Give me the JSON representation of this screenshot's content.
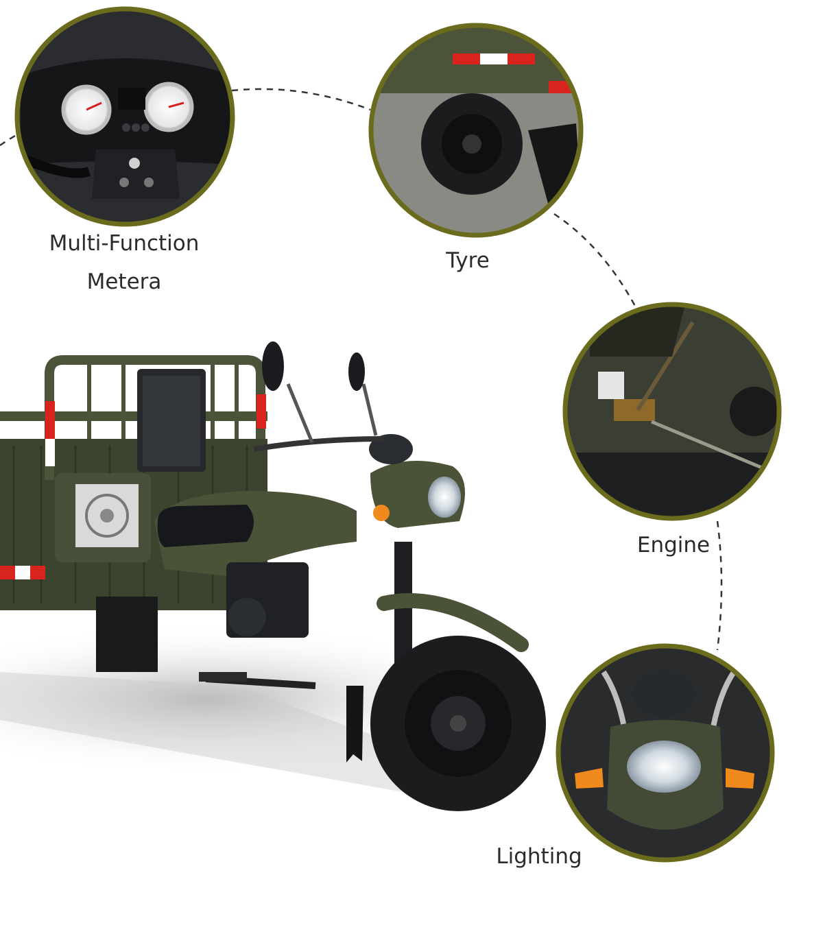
{
  "features": [
    {
      "id": "meter",
      "lines": [
        "Multi-Function",
        "Metera"
      ]
    },
    {
      "id": "tyre",
      "label": "Tyre"
    },
    {
      "id": "engine",
      "label": "Engine"
    },
    {
      "id": "lighting",
      "label": "Lighting"
    }
  ],
  "colors": {
    "ring": "#6b6b1e",
    "vehicle_body": "#3f4531",
    "reflector_red": "#d8241c",
    "indicator_orange": "#f08a1c"
  }
}
